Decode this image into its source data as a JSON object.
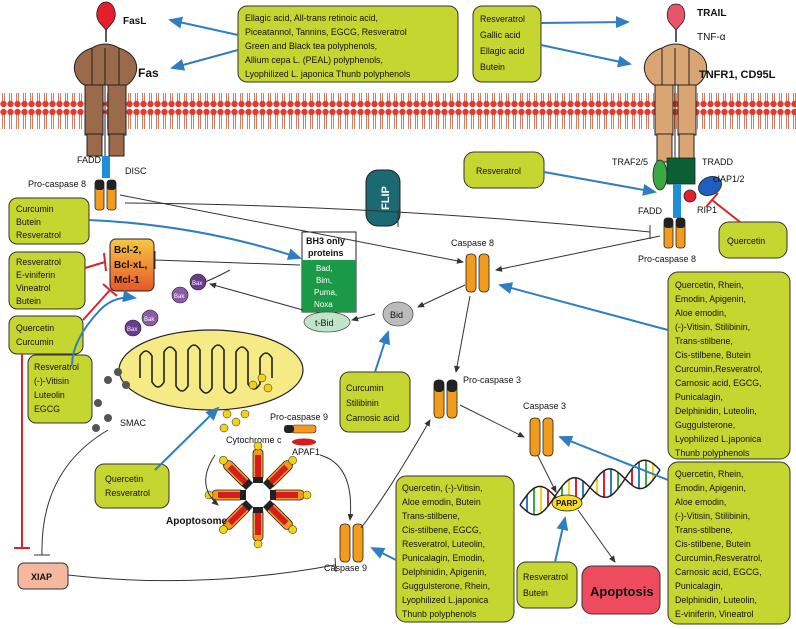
{
  "receptors": {
    "fasl": "FasL",
    "fas": "Fas",
    "trail": "TRAIL",
    "tnf": "TNF-α",
    "tnfr": "TNFR1, CD95L",
    "fadd_left": "FADD",
    "disc": "DISC",
    "procasp8_left": "Pro-caspase 8",
    "traf": "TRAF2/5",
    "tradd": "TRADD",
    "ciap": "cIAP1/2",
    "rip1": "RIP1",
    "fadd_right": "FADD",
    "procasp8_right": "Pro-caspase 8"
  },
  "labels": {
    "flip": "FLIP",
    "caspase8": "Caspase 8",
    "bid": "Bid",
    "tbid": "t-Bid",
    "bh3_title": [
      "BH3 only",
      "proteins"
    ],
    "bh3_items": [
      "Bad,",
      "Bim,",
      "Puma,",
      "Noxa"
    ],
    "bcl": [
      "Bcl-2,",
      "Bcl-xL,",
      "Mcl-1"
    ],
    "bax": "Bax",
    "bak": "Bak",
    "smac": "SMAC",
    "cytc": "Cytochrome c",
    "procasp9": "Pro-caspase 9",
    "apaf1": "APAF1",
    "apoptosome": "Apoptosome",
    "procasp3": "Pro-caspase 3",
    "caspase3": "Caspase 3",
    "parp": "PARP",
    "apoptosis": "Apoptosis",
    "caspase9": "Caspase 9",
    "xiap": "XIAP"
  },
  "boxes": {
    "top_center": [
      "Ellagic acid, All-trans retinoic acid,",
      "Piceatannol, Tannins, EGCG, Resveratrol",
      "Green and Black tea polyphenols,",
      "Allium cepa L. (PEAL) polyphenols,",
      "Lyophilized L. japonica Thunb polyphenols"
    ],
    "top_right": [
      "Resveratrol",
      "Gallic acid",
      "Ellagic acid",
      "Butein"
    ],
    "resveratrol_mid": [
      "Resveratrol"
    ],
    "quercetin_right": [
      "Quercetin"
    ],
    "left_1": [
      "Curcumin",
      "Butein",
      "Resveratrol"
    ],
    "left_2": [
      "Resveratrol",
      "E-viniferin",
      "Vineatrol",
      "Butein"
    ],
    "left_3": [
      "Quercetin",
      "Curcumin"
    ],
    "left_4": [
      "Resveratrol",
      "(-)-Vitisin",
      "Luteolin",
      "EGCG"
    ],
    "quercetin_resv": [
      "Quercetin",
      "Resveratrol"
    ],
    "curcumin_stil": [
      "Curcumin",
      "Stilibinin",
      "Carnosic acid"
    ],
    "right_big_1": [
      "Quercetin, Rhein,",
      "Emodin, Apigenin,",
      "Aloe emodin,",
      "(-)-Vitisin, Stilibinin,",
      "Trans-stilbene,",
      "Cis-stilbene,  Butein",
      "Curcumin,Resveratrol,",
      "Carnosic acid, EGCG,",
      "Punicalagin,",
      "Delphinidin, Luteolin,",
      "Guggulsterone,",
      "Lyophilized L.japonica",
      "Thunb polyphenols"
    ],
    "right_big_2": [
      "Quercetin, Rhein,",
      "Emodin, Apigenin,",
      "Aloe emodin,",
      "(-)-Vitisin, Stilibinin,",
      "Trans-stilbene,",
      "Cis-stilbene,  Butein",
      "Curcumin,Resveratrol,",
      "Carnosic acid, EGCG,",
      " Punicalagin,",
      "Delphinidin, Luteolin,",
      "E-viniferin, Vineatrol"
    ],
    "bottom_center": [
      "Quercetin, (-)-Vitisin,",
      "Aloe emodin, Butein",
      "Trans-stilbene,",
      "Cis-stilbene, EGCG,",
      "Resveratrol, Luteolin,",
      "Punicalagin, Emodin,",
      "Delphinidin, Apigenin,",
      "Guggulsterone, Rhein,",
      "Lyophilized L.japonica",
      "Thunb polyphenols"
    ],
    "resv_butein": [
      "Resveratrol",
      "Butein"
    ]
  },
  "colors": {
    "box_fill": "#c6d631",
    "arrow_blue": "#2f7ec1",
    "inhibit_red": "#d9242b",
    "caspase": "#f29b1d",
    "receptor": "#9a6a4a"
  }
}
